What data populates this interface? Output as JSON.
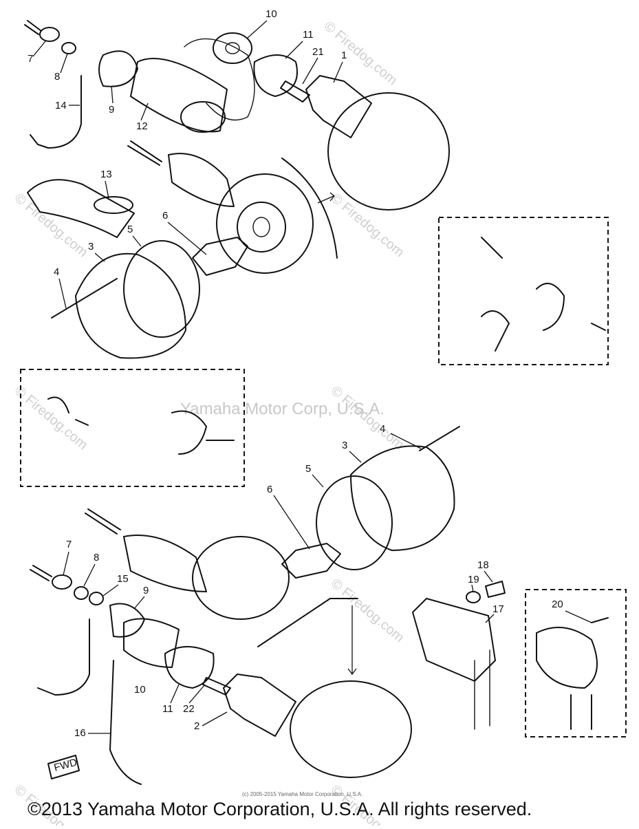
{
  "diagram": {
    "callouts_upper": [
      "10",
      "11",
      "21",
      "1",
      "7",
      "8",
      "9",
      "14",
      "12",
      "13",
      "6",
      "5",
      "3",
      "4"
    ],
    "callouts_lower": [
      "4",
      "3",
      "5",
      "6",
      "7",
      "8",
      "15",
      "9",
      "19",
      "18",
      "17",
      "20",
      "11",
      "22",
      "2",
      "16",
      "10"
    ],
    "direction_badge": "FWD"
  },
  "watermarks": {
    "center": "Yamaha Motor Corp, U.S.A.",
    "firedog": "© Firedog.com"
  },
  "footer": {
    "small_copyright": "(c) 2005-2015 Yamaha Motor Corporation, U.S.A.",
    "copyright": "©2013 Yamaha Motor Corporation, U.S.A. All rights reserved."
  }
}
